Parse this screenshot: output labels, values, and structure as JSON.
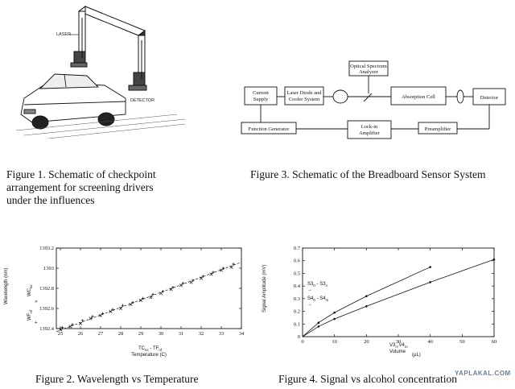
{
  "fig1": {
    "caption_lines": [
      "Figure 1.  Schematic of checkpoint",
      "arrangement for screening drivers",
      "under the influences"
    ],
    "label_laser": "LASER",
    "label_detector": "DETECTOR"
  },
  "fig3": {
    "caption": "Figure 3.  Schematic of the Breadboard Sensor System",
    "blocks": {
      "current_supply_1": "Current",
      "current_supply_2": "Supply",
      "laser_1": "Laser Diode and",
      "laser_2": "Cooler System",
      "osa_1": "Optical Spectrum",
      "osa_2": "Analyzer",
      "absorption": "Absorption Cell",
      "detector": "Detector",
      "function_gen": "Function Generator",
      "lockin_1": "Lock-in",
      "lockin_2": "Amplifier",
      "preamp": "Preamplifier"
    }
  },
  "fig2": {
    "caption": "Figure 2. Wavelength vs Temperature",
    "chart_data": {
      "type": "scatter",
      "ylabel": "Wavelength (nm)",
      "xlabel": "Temperature (C)",
      "xlabel_expr_main": "TC",
      "xlabel_expr_sub1": "nc",
      "xlabel_expr_mid": " - TF",
      "xlabel_expr_sub2": "nf",
      "legend_1_main": "WC",
      "legend_1_sub": "nc",
      "legend_2_main": "WF",
      "legend_2_sub": "nf",
      "xlim": [
        24.8,
        34
      ],
      "ylim": [
        1392.4,
        1393.2
      ],
      "xticks": [
        25,
        26,
        27,
        28,
        29,
        30,
        31,
        32,
        33,
        34
      ],
      "yticks": [
        1392.4,
        1392.6,
        1392.8,
        1393,
        1393.2
      ],
      "ytick_labels": [
        "1392.4",
        "1392.6",
        "1392.8",
        "1393",
        "1393.2"
      ],
      "grid": false,
      "series": [
        {
          "marker": "x",
          "x": [
            25.0,
            25.5,
            26.0,
            26.5,
            27.0,
            27.5,
            28.0,
            28.5,
            29.0,
            29.5,
            30.0,
            30.5,
            31.0,
            31.5,
            32.0,
            32.5,
            33.0,
            33.5
          ],
          "y": [
            1392.39,
            1392.42,
            1392.45,
            1392.5,
            1392.53,
            1392.57,
            1392.6,
            1392.64,
            1392.68,
            1392.71,
            1392.75,
            1392.79,
            1392.83,
            1392.86,
            1392.9,
            1392.94,
            1392.98,
            1393.01
          ]
        },
        {
          "marker": "+",
          "x": [
            25.1,
            25.6,
            26.1,
            26.6,
            27.1,
            27.6,
            28.1,
            28.6,
            29.1,
            29.6,
            30.1,
            30.6,
            31.1,
            31.6,
            32.1,
            32.6,
            33.1,
            33.6
          ],
          "y": [
            1392.41,
            1392.44,
            1392.48,
            1392.52,
            1392.55,
            1392.59,
            1392.63,
            1392.66,
            1392.7,
            1392.74,
            1392.77,
            1392.81,
            1392.85,
            1392.88,
            1392.92,
            1392.96,
            1393.0,
            1393.04
          ]
        }
      ],
      "fit_line": {
        "x": [
          24.8,
          34.0
        ],
        "y": [
          1392.37,
          1393.06
        ]
      }
    }
  },
  "fig4": {
    "caption": "Figure 4. Signal vs alcohol concentration",
    "chart_data": {
      "type": "line",
      "ylabel": "Signal Amplitude (mV)",
      "xlabel_main": "V3",
      "xlabel_sub1": "n",
      "xlabel_mid": ",V4",
      "xlabel_sub2": "m",
      "xlabel_2": "Volume",
      "xlabel_unit": "(μL)",
      "legend_1_main": "S3",
      "legend_1_sub_a": "0",
      "legend_1_mid": " - S3",
      "legend_1_sub_b": "n",
      "legend_2_main": "S4",
      "legend_2_sub_a": "0",
      "legend_2_mid": " - S4",
      "legend_2_sub_b": "m",
      "xlim": [
        0,
        60
      ],
      "ylim": [
        0,
        0.7
      ],
      "xticks": [
        0,
        10,
        20,
        30,
        40,
        50,
        60
      ],
      "yticks": [
        0,
        0.1,
        0.2,
        0.3,
        0.4,
        0.5,
        0.6,
        0.7
      ],
      "ytick_labels": [
        "0",
        "0.1",
        "0.2",
        "0.3",
        "0.4",
        "0.5",
        "0.6",
        "0.7"
      ],
      "grid": false,
      "series": [
        {
          "x": [
            0,
            5,
            10,
            20,
            40
          ],
          "y": [
            0,
            0.11,
            0.19,
            0.32,
            0.55
          ]
        },
        {
          "x": [
            0,
            5,
            10,
            20,
            40,
            60
          ],
          "y": [
            0,
            0.08,
            0.14,
            0.24,
            0.43,
            0.61
          ]
        }
      ]
    }
  },
  "watermark": "YAPLAKAL.COM"
}
